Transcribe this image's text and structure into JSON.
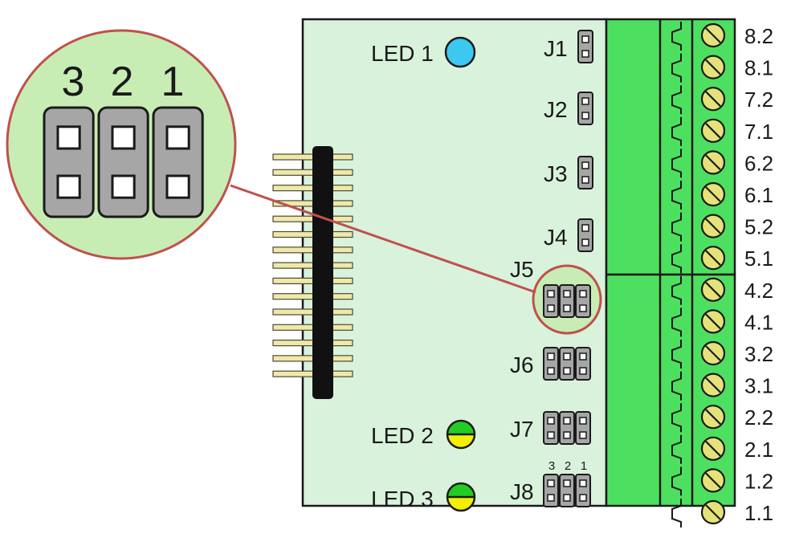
{
  "leds": [
    {
      "label": "LED 1",
      "color": "cyan"
    },
    {
      "label": "LED 2",
      "color": "green-yellow"
    },
    {
      "label": "LED 3",
      "color": "green-yellow"
    }
  ],
  "jumpers": [
    {
      "label": "J1",
      "pins": 2
    },
    {
      "label": "J2",
      "pins": 2
    },
    {
      "label": "J3",
      "pins": 2
    },
    {
      "label": "J4",
      "pins": 2
    },
    {
      "label": "J5",
      "pins": 6,
      "highlighted": true
    },
    {
      "label": "J6",
      "pins": 6
    },
    {
      "label": "J7",
      "pins": 6
    },
    {
      "label": "J8",
      "pins": 6
    }
  ],
  "j8_pin_numbers": [
    "3",
    "2",
    "1"
  ],
  "zoom_pin_numbers": [
    "3",
    "2",
    "1"
  ],
  "terminals": [
    "8.2",
    "8.1",
    "7.2",
    "7.1",
    "6.2",
    "6.1",
    "5.2",
    "5.1",
    "4.2",
    "4.1",
    "3.2",
    "3.1",
    "2.2",
    "2.1",
    "1.2",
    "1.1"
  ],
  "colors": {
    "board": "#d9f2dc",
    "terminal_block": "#4de060",
    "screw": "#e6e27a",
    "highlight": "#c0504d",
    "zoom_bg": "#c8edb4",
    "jumper": "#a6a6a6",
    "led1": "#3cc8f0",
    "led_green": "#22cc22",
    "led_yellow": "#f0f000"
  }
}
